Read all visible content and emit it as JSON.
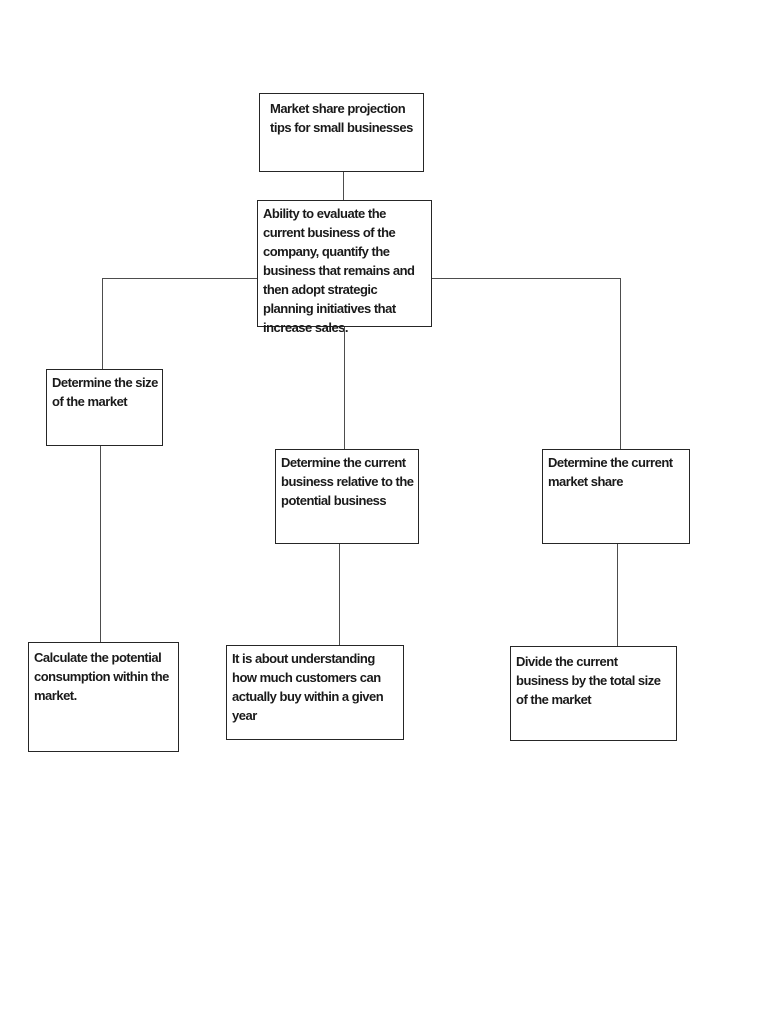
{
  "colors": {
    "page_bg": "#ffffff",
    "node_border": "#262626",
    "connector": "#4d4d4d",
    "text": "#1a1a1a"
  },
  "flowchart": {
    "nodes": [
      {
        "id": "title",
        "text": "Market share projection tips for small businesses"
      },
      {
        "id": "evaluate-ability",
        "text": "Ability to evaluate the current business of the company, quantify the business that remains and then adopt strategic planning initiatives that increase sales."
      },
      {
        "id": "market-size",
        "text": "Determine the size of the market"
      },
      {
        "id": "current-vs-potential",
        "text": "Determine the current business relative to the potential business"
      },
      {
        "id": "current-market-share",
        "text": "Determine the current market share"
      },
      {
        "id": "potential-consumption",
        "text": "Calculate the potential consumption within the market."
      },
      {
        "id": "customer-buying",
        "text": "It is about understanding how much customers can actually buy within a given year"
      },
      {
        "id": "divide-business",
        "text": "Divide the current business by the total size of the market"
      }
    ]
  }
}
